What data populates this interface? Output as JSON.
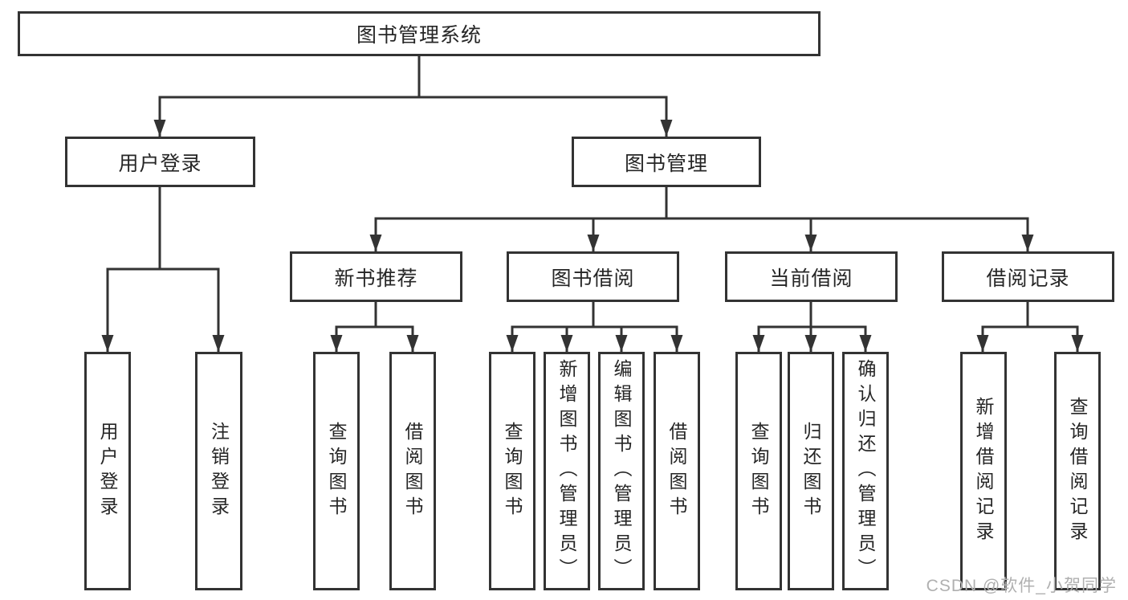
{
  "diagram": {
    "root": {
      "label": "图书管理系统"
    },
    "level2": [
      {
        "label": "用户登录"
      },
      {
        "label": "图书管理"
      }
    ],
    "level3": [
      {
        "label": "新书推荐"
      },
      {
        "label": "图书借阅"
      },
      {
        "label": "当前借阅"
      },
      {
        "label": "借阅记录"
      }
    ],
    "leaves": {
      "user_login": [
        "用户登录",
        "注销登录"
      ],
      "new_book": [
        "查询图书",
        "借阅图书"
      ],
      "book_borrow": [
        "查询图书",
        "新增图书（管理员）",
        "编辑图书（管理员）",
        "借阅图书"
      ],
      "current_borrow": [
        "查询图书",
        "归还图书",
        "确认归还（管理员）"
      ],
      "borrow_record": [
        "新增借阅记录",
        "查询借阅记录"
      ]
    }
  },
  "watermark": {
    "text": "CSDN @软件_小贺同学"
  },
  "colors": {
    "line": "#333333",
    "text": "#262626",
    "watermark": "#b0b0b0",
    "background": "#ffffff"
  }
}
